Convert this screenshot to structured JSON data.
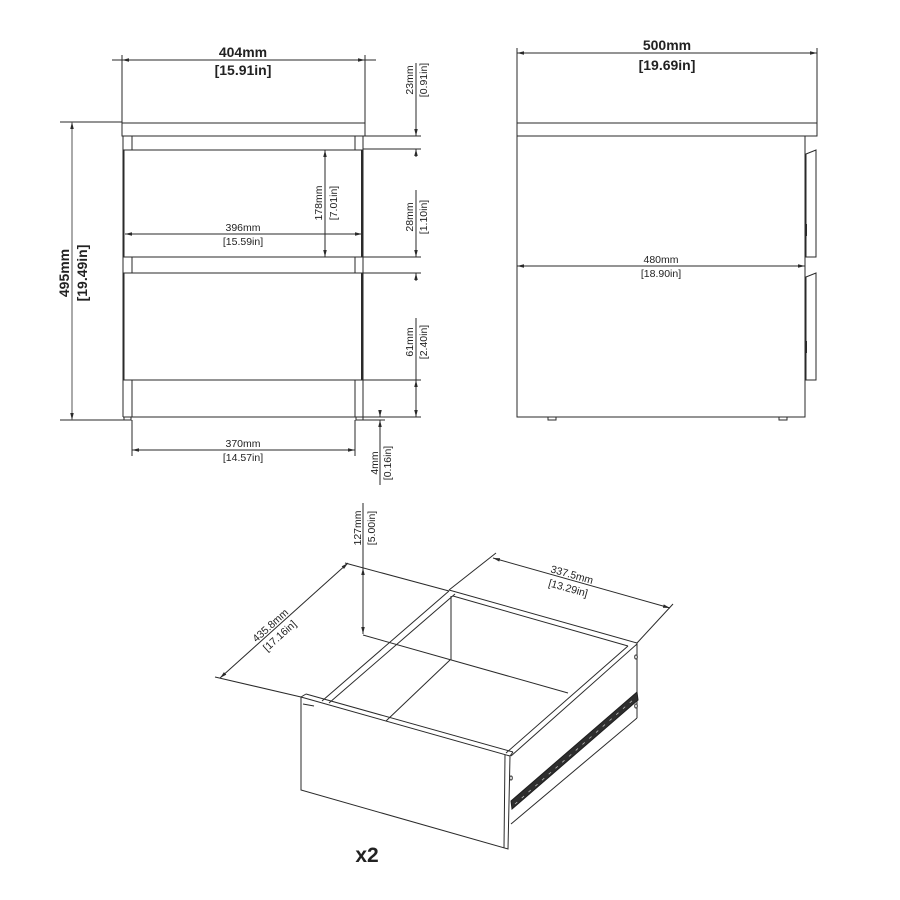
{
  "front_view": {
    "overall_width": {
      "mm": "404mm",
      "in": "[15.91in]"
    },
    "overall_height": {
      "mm": "495mm",
      "in": "[19.49in]"
    },
    "top_gap": {
      "mm": "23mm",
      "in": "[0.91in]"
    },
    "drawer_front_height": {
      "mm": "178mm",
      "in": "[7.01in]"
    },
    "drawer_front_width": {
      "mm": "396mm",
      "in": "[15.59in]"
    },
    "drawer_gap": {
      "mm": "28mm",
      "in": "[1.10in]"
    },
    "plinth_height": {
      "mm": "61mm",
      "in": "[2.40in]"
    },
    "inner_width": {
      "mm": "370mm",
      "in": "[14.57in]"
    },
    "foot_height": {
      "mm": "4mm",
      "in": "[0.16in]"
    }
  },
  "side_view": {
    "overall_depth": {
      "mm": "500mm",
      "in": "[19.69in]"
    },
    "body_depth": {
      "mm": "480mm",
      "in": "[18.90in]"
    }
  },
  "drawer_view": {
    "height": {
      "mm": "127mm",
      "in": "[5.00in]"
    },
    "depth": {
      "mm": "435.8mm",
      "in": "[17.16in]"
    },
    "width": {
      "mm": "337.5mm",
      "in": "[13.29in]"
    },
    "quantity": "x2"
  },
  "colors": {
    "line": "#2a2a2a",
    "text": "#222222",
    "background": "#ffffff"
  }
}
